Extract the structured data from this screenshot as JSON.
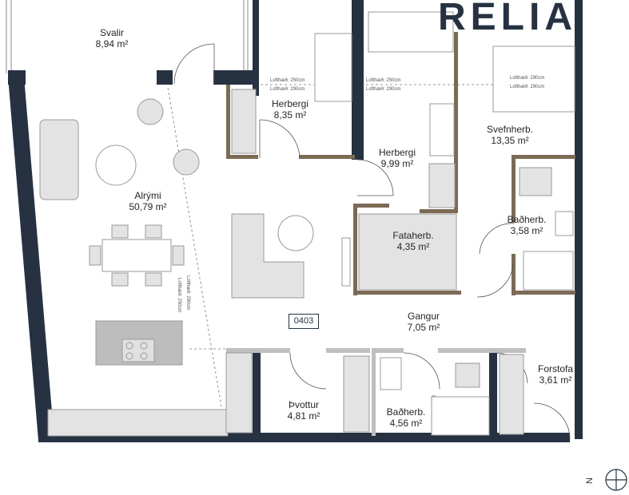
{
  "unit_number": "0403",
  "brand_text": "RELIA",
  "compass_label": "N",
  "rooms": [
    {
      "name": "Svalir",
      "area": "8,94 m²"
    },
    {
      "name": "Herbergi",
      "area": "8,35 m²"
    },
    {
      "name": "Herbergi",
      "area": "9,99 m²"
    },
    {
      "name": "Svefnherb.",
      "area": "13,35 m²"
    },
    {
      "name": "Alrými",
      "area": "50,79 m²"
    },
    {
      "name": "Baðherb.",
      "area": "3,58 m²"
    },
    {
      "name": "Fataherb.",
      "area": "4,35 m²"
    },
    {
      "name": "Gangur",
      "area": "7,05 m²"
    },
    {
      "name": "Forstofa",
      "area": "3,61 m²"
    },
    {
      "name": "Þvottur",
      "area": "4,81 m²"
    },
    {
      "name": "Baðherb.",
      "area": "4,56 m²"
    }
  ],
  "ceiling_notes": {
    "room1_a": "Lofthæð: 250cm",
    "room1_b": "Lofthæð: 290cm",
    "room2_a": "Lofthæð: 250cm",
    "room2_b": "Lofthæð: 290cm",
    "room3_a": "Lofthæð: 290cm",
    "room3_b": "Lofthæð: 290cm",
    "living_a": "Lofthæð: 250cm",
    "living_b": "Lofthæð: 290cm"
  },
  "colors": {
    "wall": "#263242",
    "accent_wall": "#7d6a55",
    "furniture": "#d9d9d9",
    "line": "#8a8a8a"
  }
}
